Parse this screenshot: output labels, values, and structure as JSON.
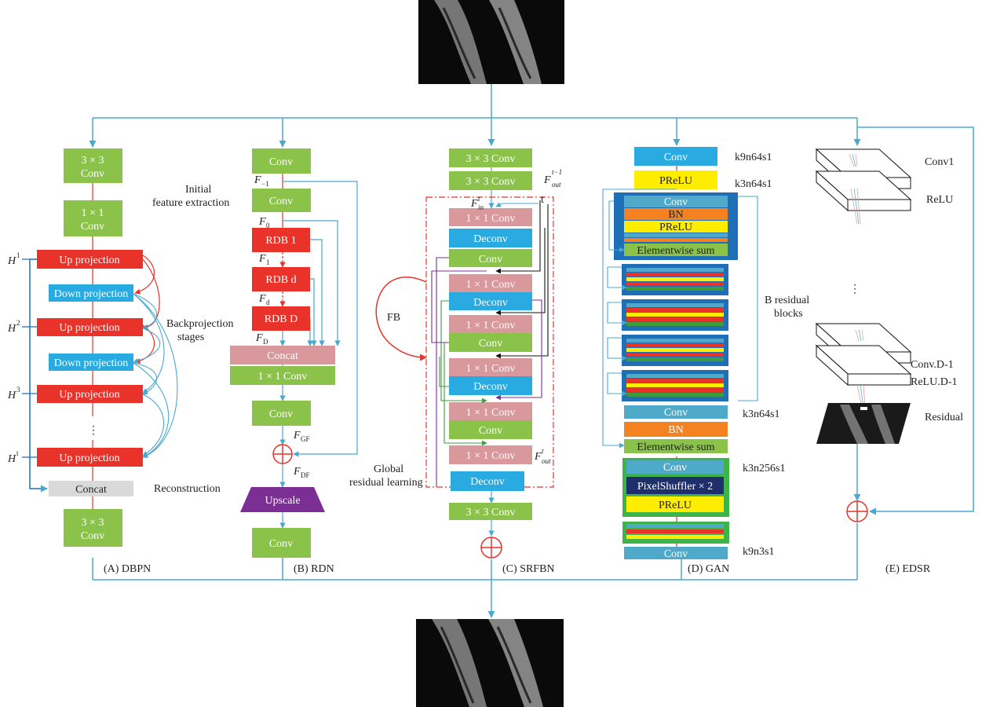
{
  "colors": {
    "green": "#8bc34a",
    "red": "#e8322a",
    "blue": "#29abe2",
    "pink": "#d9999c",
    "purple": "#7b2f95",
    "navy": "#1f2f6b",
    "orange": "#f58220",
    "yellow": "#ffed00",
    "gray": "#d9d9d9",
    "teal": "#4eaac8",
    "darkblue": "#1e6fb5",
    "line": "#4aa8d0"
  },
  "dbpn": {
    "caption": "(A) DBPN",
    "conv3_top": [
      "3 × 3",
      "Conv"
    ],
    "conv1": [
      "1 × 1",
      "Conv"
    ],
    "up": "Up projection",
    "down": "Down projection",
    "dots": "⋮",
    "concat": "Concat",
    "conv3_bottom": [
      "3 × 3",
      "Conv"
    ],
    "h_labels": [
      "H",
      "H",
      "H",
      "H"
    ],
    "h_sups": [
      "1",
      "2",
      "3",
      "t"
    ],
    "backproj": [
      "Backprojection",
      "stages"
    ],
    "reconstruction": "Reconstruction"
  },
  "rdn": {
    "caption": "(B) RDN",
    "conv": "Conv",
    "rdb1": "RDB 1",
    "rdbd": "RDB d",
    "rdbD": "RDB D",
    "concat": "Concat",
    "conv11": "1 × 1 Conv",
    "upscale": "Upscale",
    "initial": [
      "Initial",
      "feature extraction"
    ],
    "global": [
      "Global",
      "residual learning"
    ],
    "f_main": [
      "F",
      "F",
      "F",
      "F",
      "F",
      "F",
      "F"
    ],
    "f_subs": [
      "−1",
      "0",
      "1",
      "d",
      "D",
      "GF",
      "DF"
    ]
  },
  "srfbn": {
    "caption": "(C) SRFBN",
    "conv33": "3 × 3 Conv",
    "conv11": "1 × 1 Conv",
    "deconv": "Deconv",
    "conv": "Conv",
    "fb": "FB",
    "t": "t",
    "f_out_prev": [
      "F",
      "out",
      "t−1"
    ],
    "f_in": [
      "F",
      "in",
      "t"
    ],
    "f_out": [
      "F",
      "out",
      "t"
    ]
  },
  "gan": {
    "caption": "(D) GAN",
    "conv": "Conv",
    "prelu": "PReLU",
    "bn": "BN",
    "elementwise": "Elementwise sum",
    "pixelshuffler": "PixelShuffler × 2",
    "k9n64s1": "k9n64s1",
    "k3n64s1_a": "k3n64s1",
    "k3n64s1_b": "k3n64s1",
    "k3n256s1": "k3n256s1",
    "k9n3s1": "k9n3s1",
    "b_residual": [
      "B residual",
      "blocks"
    ]
  },
  "edsr": {
    "caption": "(E) EDSR",
    "conv1": "Conv1",
    "relu": "ReLU",
    "dots": "⋮",
    "convd1": "Conv.D-1",
    "relud1": "ReLU.D-1",
    "residual": "Residual"
  }
}
